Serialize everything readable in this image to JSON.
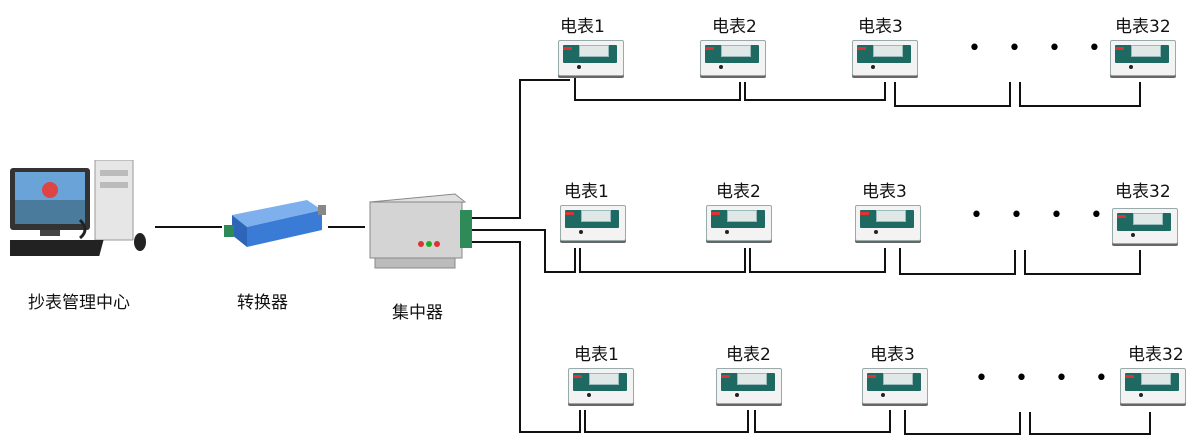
{
  "labels": {
    "center": "抄表管理中心",
    "converter": "转换器",
    "concentrator": "集中器"
  },
  "rows": [
    {
      "meters": [
        "电表1",
        "电表2",
        "电表3",
        "电表32"
      ],
      "ellipsis": "• • • • •"
    },
    {
      "meters": [
        "电表1",
        "电表2",
        "电表3",
        "电表32"
      ],
      "ellipsis": "• • • • •"
    },
    {
      "meters": [
        "电表1",
        "电表2",
        "电表3",
        "电表32"
      ],
      "ellipsis": "• • • • •"
    }
  ],
  "colors": {
    "wire": "#111111",
    "converter": "#3a7bd5",
    "meter_face": "#1e6a63"
  },
  "icons": [
    "computer-icon",
    "converter-icon",
    "concentrator-icon",
    "meter-icon"
  ]
}
